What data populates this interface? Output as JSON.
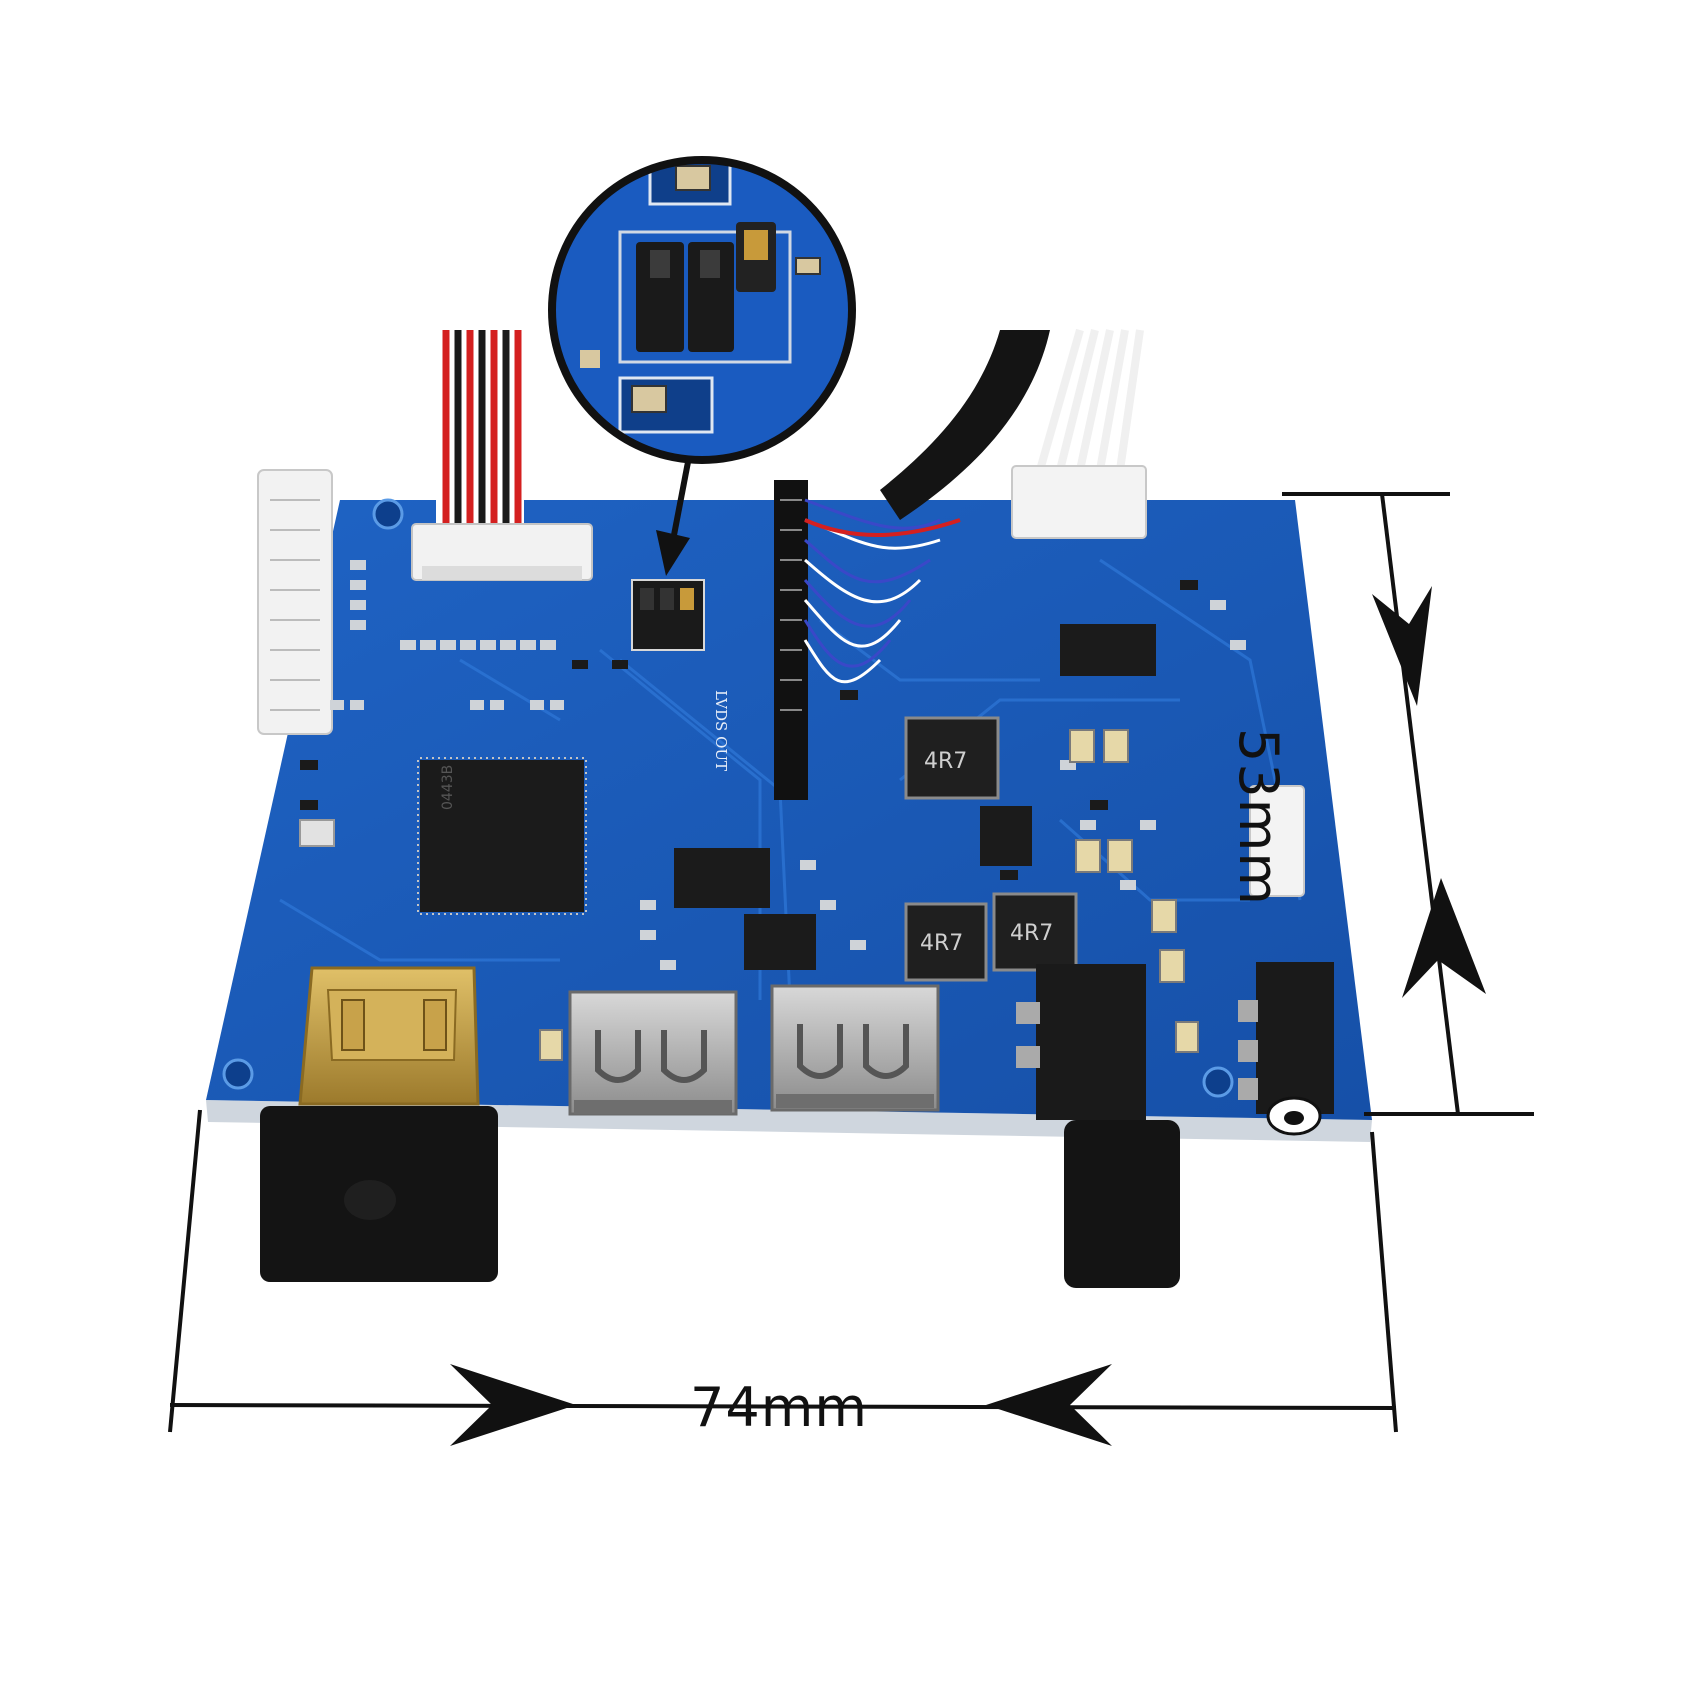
{
  "dimensions": {
    "width_label": "74mm",
    "height_label": "53mm"
  },
  "board": {
    "silkscreen_label": "LVDS OUT",
    "inductor_marking": "4R7",
    "chip_marking": "0443B"
  },
  "colors": {
    "pcb_blue": "#1858b8",
    "pcb_dark": "#0e3f8f",
    "trace": "#2a6fd0",
    "connector_white": "#f2f2f2",
    "gold": "#c8a24a",
    "black": "#151515",
    "wire_red": "#d42020"
  },
  "icons": {
    "arrow": "arrowhead-icon"
  }
}
